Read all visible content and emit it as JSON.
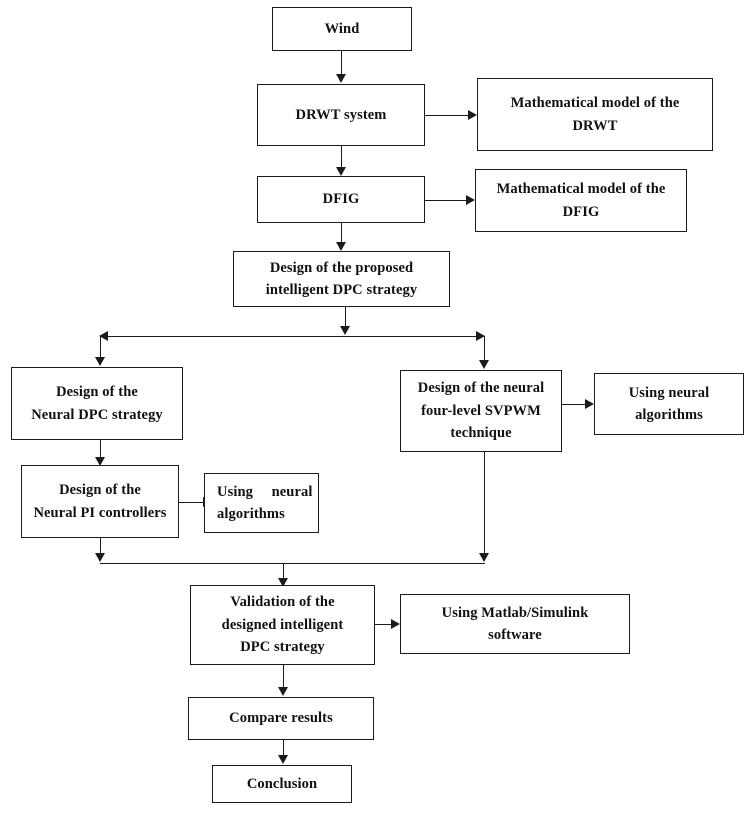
{
  "diagram": {
    "title": "Research methodology flowchart",
    "type": "flowchart",
    "background_color": "#ffffff",
    "stroke_color": "#1b1b1b"
  },
  "nodes": {
    "wind": {
      "line1": "Wind"
    },
    "drwt_system": {
      "line1": "DRWT system"
    },
    "math_model_drwt": {
      "line1": "Mathematical model of the",
      "line2": "DRWT"
    },
    "dfig": {
      "line1": "DFIG"
    },
    "math_model_dfig": {
      "line1": "Mathematical model of the",
      "line2": "DFIG"
    },
    "proposed_dpc": {
      "line1": "Design of the proposed",
      "line2": "intelligent DPC strategy"
    },
    "neural_dpc": {
      "line1": "Design of the",
      "line2": "Neural DPC strategy"
    },
    "neural_pi": {
      "line1": "Design of the",
      "line2": "Neural PI controllers"
    },
    "using_neural_algorithms_left": {
      "line1": "Using     neural",
      "line2": "algorithms"
    },
    "neural_svpwm": {
      "line1": "Design of the neural",
      "line2": "four-level SVPWM",
      "line3": "technique"
    },
    "using_neural_algorithms_right": {
      "line1": "Using neural",
      "line2": "algorithms"
    },
    "validation": {
      "line1": "Validation of the",
      "line2": "designed intelligent",
      "line3": "DPC strategy"
    },
    "matlab_simulink": {
      "line1": "Using Matlab/Simulink",
      "line2": "software"
    },
    "compare_results": {
      "line1": "Compare results"
    },
    "conclusion": {
      "line1": "Conclusion"
    }
  },
  "connectors": [
    {
      "from": "wind",
      "to": "drwt_system",
      "kind": "arrow-down"
    },
    {
      "from": "drwt_system",
      "to": "math_model_drwt",
      "kind": "arrow-right"
    },
    {
      "from": "drwt_system",
      "to": "dfig",
      "kind": "arrow-down"
    },
    {
      "from": "dfig",
      "to": "math_model_dfig",
      "kind": "arrow-right"
    },
    {
      "from": "dfig",
      "to": "proposed_dpc",
      "kind": "arrow-down"
    },
    {
      "from": "proposed_dpc",
      "to": "split-bus",
      "kind": "arrow-down"
    },
    {
      "from": "split-bus",
      "to": "neural_dpc",
      "kind": "arrow-down"
    },
    {
      "from": "split-bus",
      "to": "neural_svpwm",
      "kind": "arrow-down"
    },
    {
      "from": "neural_dpc",
      "to": "neural_pi",
      "kind": "arrow-down"
    },
    {
      "from": "neural_pi",
      "to": "using_neural_algorithms_left",
      "kind": "arrow-right"
    },
    {
      "from": "neural_svpwm",
      "to": "using_neural_algorithms_right",
      "kind": "arrow-right"
    },
    {
      "from": "neural_pi",
      "to": "merge-bus",
      "kind": "arrow-down"
    },
    {
      "from": "neural_svpwm",
      "to": "merge-bus",
      "kind": "arrow-down"
    },
    {
      "from": "merge-bus",
      "to": "validation",
      "kind": "arrow-down"
    },
    {
      "from": "validation",
      "to": "matlab_simulink",
      "kind": "arrow-right"
    },
    {
      "from": "validation",
      "to": "compare_results",
      "kind": "arrow-down"
    },
    {
      "from": "compare_results",
      "to": "conclusion",
      "kind": "arrow-down"
    }
  ]
}
